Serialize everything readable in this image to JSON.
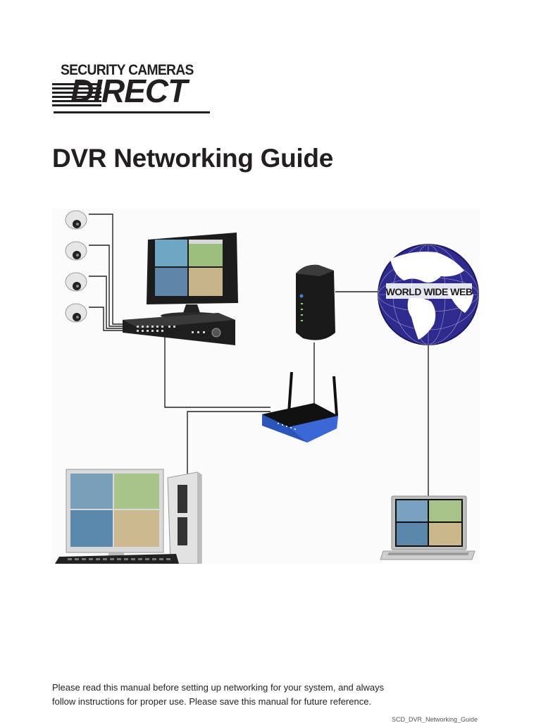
{
  "logo": {
    "line1": "SECURITY CAMERAS",
    "line2": "DIRECT"
  },
  "title": "DVR Networking Guide",
  "diagram": {
    "globe_label": "WORLD WIDE WEB"
  },
  "disclaimer": "Please read this manual before setting up networking for your system, and always follow instructions for proper use. Please save this manual for future reference.",
  "footer": "SCD_DVR_Networking_Guide"
}
